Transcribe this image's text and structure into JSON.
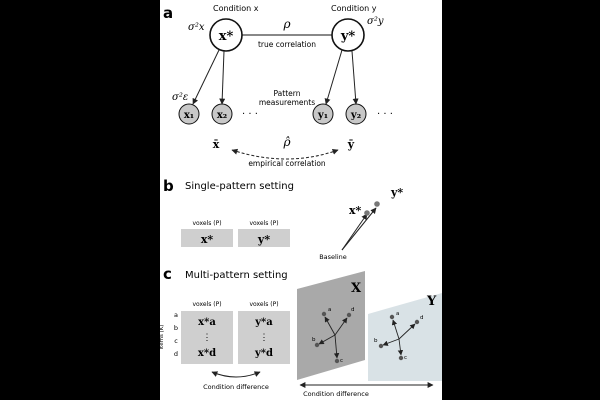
{
  "figure": {
    "panel_a": {
      "label": "a",
      "condition_x_label": "Condition x",
      "condition_y_label": "Condition y",
      "latent_x": "x*",
      "latent_y": "y*",
      "var_x": "σ²x",
      "var_y": "σ²y",
      "var_eps": "σ²ε",
      "rho": "ρ",
      "true_corr_label": "true correlation",
      "pattern_measurements_line1": "Pattern",
      "pattern_measurements_line2": "measurements",
      "x1": "x₁",
      "x2": "x₂",
      "y1": "y₁",
      "y2": "y₂",
      "ellipsis": "· · ·",
      "xbar": "x̄",
      "ybar": "ȳ",
      "rho_hat": "ρ̂",
      "empirical_corr_label": "empirical correlation"
    },
    "panel_b": {
      "label": "b",
      "title": "Single-pattern setting",
      "voxels_left": "voxels (P)",
      "voxels_right": "voxels (P)",
      "box_x": "x*",
      "box_y": "y*",
      "point_x": "x*",
      "point_y": "y*",
      "baseline": "Baseline"
    },
    "panel_c": {
      "label": "c",
      "title": "Multi-pattern setting",
      "voxels_left": "voxels (P)",
      "voxels_right": "voxels (P)",
      "items_label": "items (K)",
      "row_labels": [
        "a",
        "b",
        "c",
        "d"
      ],
      "left_top": "x*a",
      "left_bottom": "x*d",
      "right_top": "y*a",
      "right_bottom": "y*d",
      "vdots": "⋮",
      "condition_difference_left": "Condition difference",
      "condition_difference_bottom": "Condition difference",
      "plane_x_label": "X",
      "plane_y_label": "Y",
      "plane_x_points": [
        "a",
        "b",
        "c",
        "d"
      ],
      "plane_y_points": [
        "a",
        "b",
        "c",
        "d"
      ]
    }
  }
}
